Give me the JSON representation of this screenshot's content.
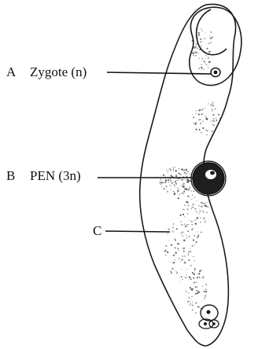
{
  "diagram": {
    "labels": [
      {
        "letter": "A",
        "text": "Zygote (n)"
      },
      {
        "letter": "B",
        "text": "PEN (3n)"
      },
      {
        "letter": "C",
        "text": ""
      }
    ]
  }
}
